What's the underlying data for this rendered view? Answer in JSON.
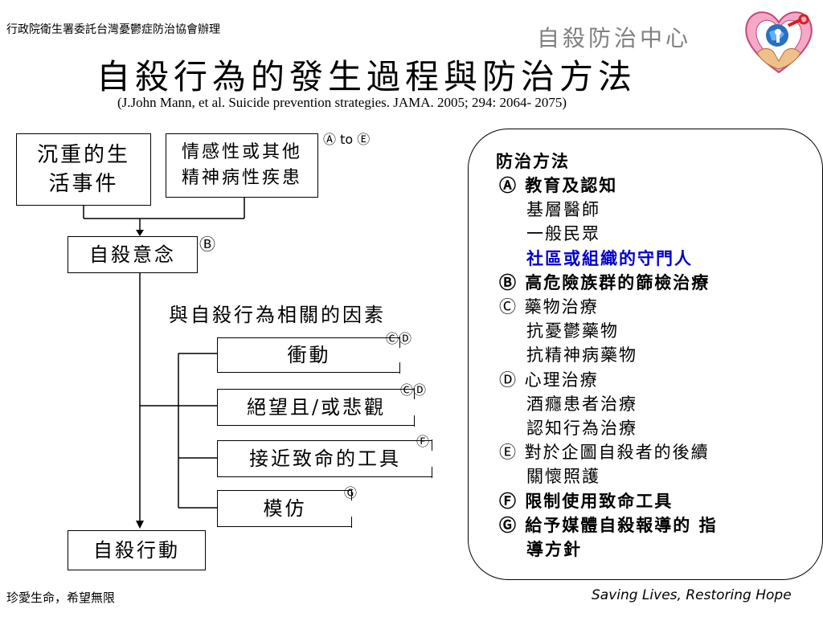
{
  "header": {
    "organizer": "行政院衛生署委託台灣憂鬱症防治協會辦理",
    "center_name": "自殺防治中心",
    "title": "自殺行為的發生過程與防治方法",
    "citation": "(J.John Mann, et al. Suicide prevention strategies. JAMA. 2005; 294: 2064- 2075)"
  },
  "diagram": {
    "box_life_events": "沉重的生活事件",
    "box_life_events_l1": "沉重的生",
    "box_life_events_l2": "活事件",
    "box_mental_l1": "情感性或其他",
    "box_mental_l2": "精神病性疾患",
    "mark_a_to_e": "Ⓐ to Ⓔ",
    "box_ideation": "自殺意念",
    "mark_b": "Ⓑ",
    "factors_label": "與自殺行為相關的因素",
    "impulse": "衝動",
    "mark_impulse": "ⒸⒹ",
    "hopeless": "絕望且/或悲觀",
    "mark_hopeless": "ⒸⒹ",
    "lethal_means": "接近致命的工具",
    "mark_lethal": "Ⓕ",
    "imitation": "模仿",
    "mark_imitation": "Ⓖ",
    "box_act": "自殺行動"
  },
  "prevention": {
    "heading": "防治方法",
    "lines": [
      {
        "text": "Ⓐ 教育及認知",
        "bold": true
      },
      {
        "text": "基層醫師",
        "indent": true
      },
      {
        "text": "一般民眾",
        "indent": true
      },
      {
        "text": "社區或組織的守門人",
        "indent": true,
        "bold": true,
        "color": "#0000cc"
      },
      {
        "text": "Ⓑ 高危險族群的篩檢治療",
        "bold": true
      },
      {
        "text": "Ⓒ 藥物治療"
      },
      {
        "text": "抗憂鬱藥物",
        "indent": true
      },
      {
        "text": "抗精神病藥物",
        "indent": true
      },
      {
        "text": "Ⓓ 心理治療"
      },
      {
        "text": "酒癮患者治療",
        "indent": true
      },
      {
        "text": "認知行為治療",
        "indent": true
      },
      {
        "text": "Ⓔ 對於企圖自殺者的後續"
      },
      {
        "text": "關懷照護",
        "indent": true
      },
      {
        "text": "Ⓕ 限制使用致命工具",
        "bold": true
      },
      {
        "text": "Ⓖ 給予媒體自殺報導的 指",
        "bold": true
      },
      {
        "text": "導方針",
        "indent": true,
        "bold": true
      }
    ]
  },
  "footer": {
    "left": "珍愛生命，希望無限",
    "right": "Saving Lives, Restoring Hope"
  },
  "colors": {
    "heart_pink": "#e86a9a",
    "heart_blue": "#2a6fc0",
    "key_red": "#d22222",
    "link_blue": "#0000cc"
  }
}
